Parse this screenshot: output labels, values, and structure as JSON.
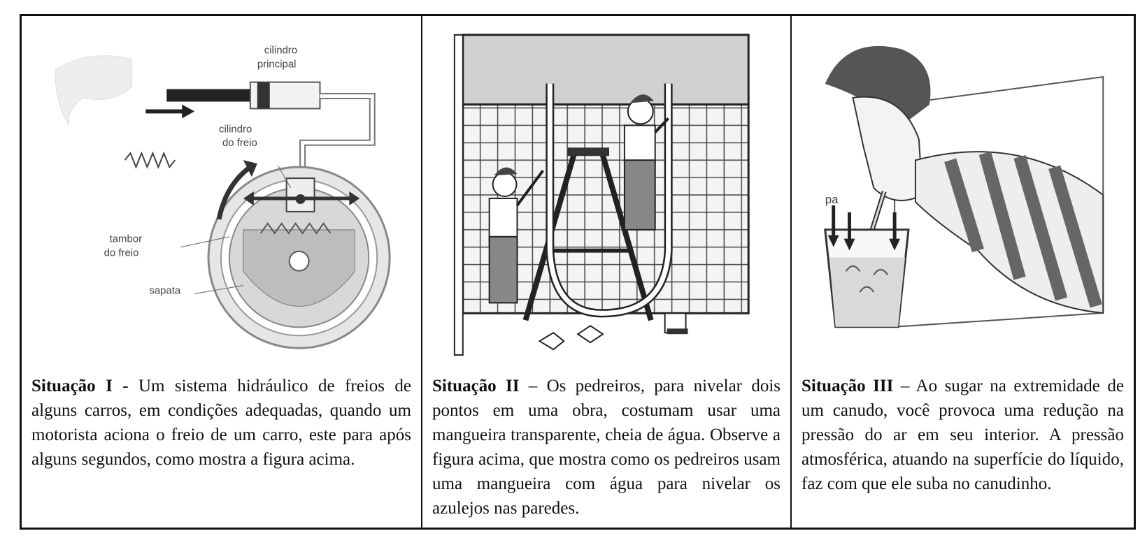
{
  "panel1": {
    "labels": {
      "cilindro_principal_1": "cilindro",
      "cilindro_principal_2": "principal",
      "cilindro_freio_1": "cilindro",
      "cilindro_freio_2": "do freio",
      "tambor_1": "tambor",
      "tambor_2": "do freio",
      "sapata": "sapata"
    },
    "caption_title": "Situação I",
    "caption_body": " - Um sistema hidráulico de freios de alguns carros, em condições adequadas, quando um motorista aciona o freio de um carro, este para após alguns segundos, como mostra a figura acima."
  },
  "panel2": {
    "caption_title": "Situação II",
    "caption_body": " – Os pedreiros, para nivelar dois pontos em uma obra, costumam usar uma mangueira transparente, cheia de água. Observe a figura acima, que mostra como os pedreiros usam uma mangueira com água para nivelar os azulejos nas paredes."
  },
  "panel3": {
    "labels": {
      "pressure": "pa"
    },
    "caption_title": "Situação III",
    "caption_body": " – Ao sugar na extremidade de um canudo, você provoca uma redução na pressão do ar em seu interior. A pressão atmosférica, atuando na superfície do líquido, faz com que ele suba no canudinho."
  }
}
